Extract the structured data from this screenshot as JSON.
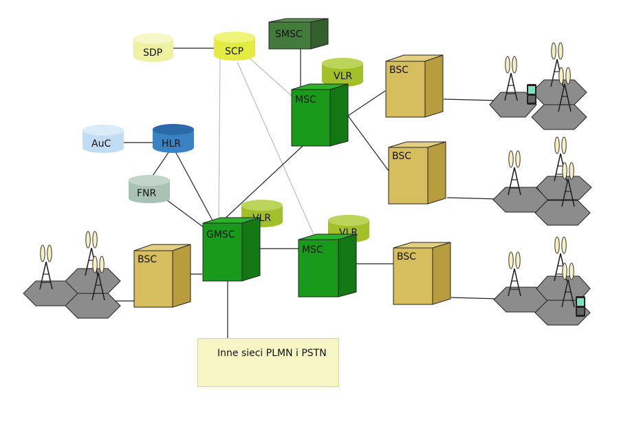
{
  "nodes": {
    "sdp": "SDP",
    "scp": "SCP",
    "smsc": "SMSC",
    "vlr_top": "VLR",
    "msc_top": "MSC",
    "bsc_top": "BSC",
    "auc": "AuC",
    "hlr": "HLR",
    "fnr": "FNR",
    "bsc_mid": "BSC",
    "gmsc": "GMSC",
    "vlr_gmsc": "VLR",
    "vlr_msc2": "VLR",
    "msc_bottom": "MSC",
    "bsc_left": "BSC",
    "bsc_bottom": "BSC"
  },
  "external_networks": "Inne sieci PLMN i PSTN",
  "colors": {
    "msc_green": "#1a9a1a",
    "bsc_tan": "#d6bd5e",
    "vlr_olive": "#a3c02a",
    "scp_yellow": "#e4ec44",
    "sdp_pale": "#eef1a2",
    "smsc_dark_green": "#447a3c",
    "hlr_blue": "#3b82c4",
    "auc_light_blue": "#c2dcf4",
    "fnr_grey_green": "#a9c2b5",
    "cell_grey": "#8c8c8c",
    "antenna_yellow": "#f7f0c0"
  }
}
